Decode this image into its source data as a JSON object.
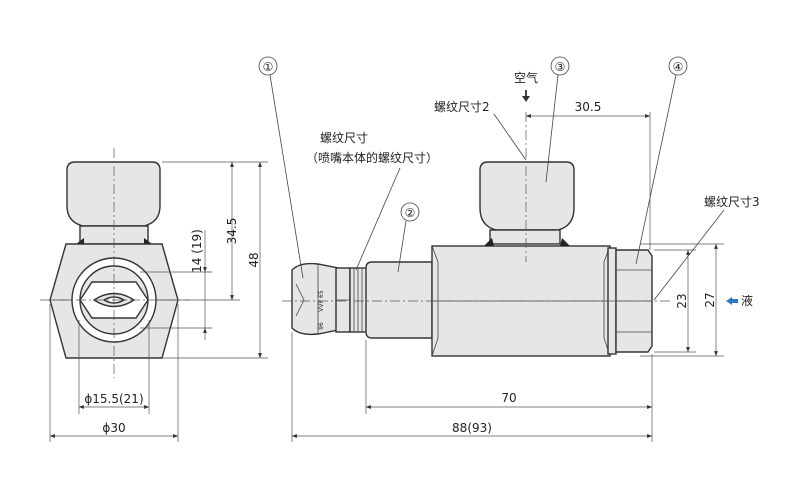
{
  "labels": {
    "air": "空气",
    "thread2": "螺纹尺寸2",
    "thread": "螺纹尺寸",
    "nozzle_body_thread": "（喷嘴本体的螺纹尺寸）",
    "thread3": "螺纹尺寸3",
    "liquid": "液"
  },
  "parts": [
    "①",
    "②",
    "③",
    "④"
  ],
  "nozzle_marking": "VVP 65",
  "nozzle_marking_small": "96",
  "dimensions": {
    "d_30_5": "30.5",
    "d_34_5": "34.5",
    "d_48": "48",
    "d_14_19": "14 (19)",
    "d_23": "23",
    "d_27": "27",
    "d_70": "70",
    "d_88_93": "88(93)",
    "d_phi15_5": "ϕ15.5(21)",
    "d_phi30": "ϕ30"
  },
  "colors": {
    "body_fill": "#e6e6e6",
    "line": "#333333",
    "arrow": "#2b78c2"
  }
}
